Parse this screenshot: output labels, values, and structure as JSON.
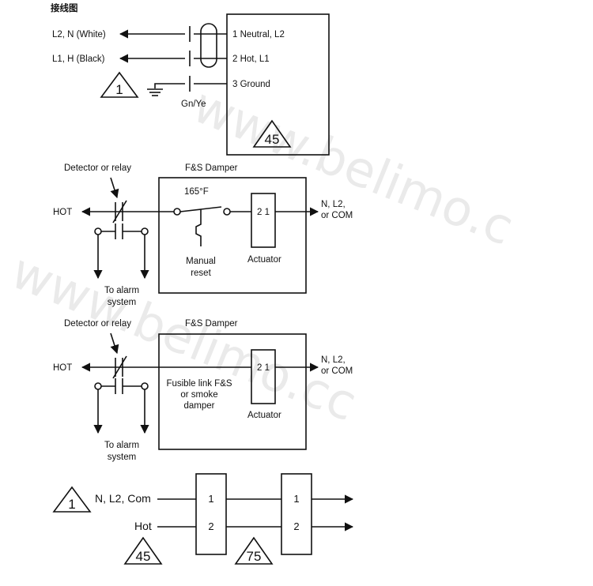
{
  "title": "接线图",
  "watermarks": [
    "www.belimo.c",
    "www.belimo.cc"
  ],
  "section1": {
    "wire_neutral": "L2, N (White)",
    "wire_hot": "L1, H (Black)",
    "ground_label": "Gn/Ye",
    "terminal_1": "1 Neutral, L2",
    "terminal_2": "2 Hot, L1",
    "terminal_3": "3 Ground",
    "warning_1": "1",
    "warning_45": "45"
  },
  "section2": {
    "detector_label": "Detector or relay",
    "damper_title": "F&S Damper",
    "temperature": "165°F",
    "hot_label": "HOT",
    "terminals": "2 1",
    "out_label_line1": "N, L2,",
    "out_label_line2": "or COM",
    "manual_line1": "Manual",
    "manual_line2": "reset",
    "actuator_label": "Actuator",
    "alarm_line1": "To alarm",
    "alarm_line2": "system"
  },
  "section3": {
    "detector_label": "Detector or relay",
    "damper_title": "F&S Damper",
    "hot_label": "HOT",
    "terminals": "2 1",
    "out_label_line1": "N, L2,",
    "out_label_line2": "or COM",
    "fusible_line1": "Fusible link F&S",
    "fusible_line2": "or smoke",
    "fusible_line3": "damper",
    "actuator_label": "Actuator",
    "alarm_line1": "To alarm",
    "alarm_line2": "system"
  },
  "section4": {
    "warning_1": "1",
    "n_label": "N, L2, Com",
    "hot_label": "Hot",
    "warning_45": "45",
    "warning_75": "75",
    "box1_t1": "1",
    "box1_t2": "2",
    "box2_t1": "1",
    "box2_t2": "2"
  },
  "colors": {
    "line": "#111111",
    "watermark": "#d9d9d9",
    "background": "#ffffff"
  }
}
